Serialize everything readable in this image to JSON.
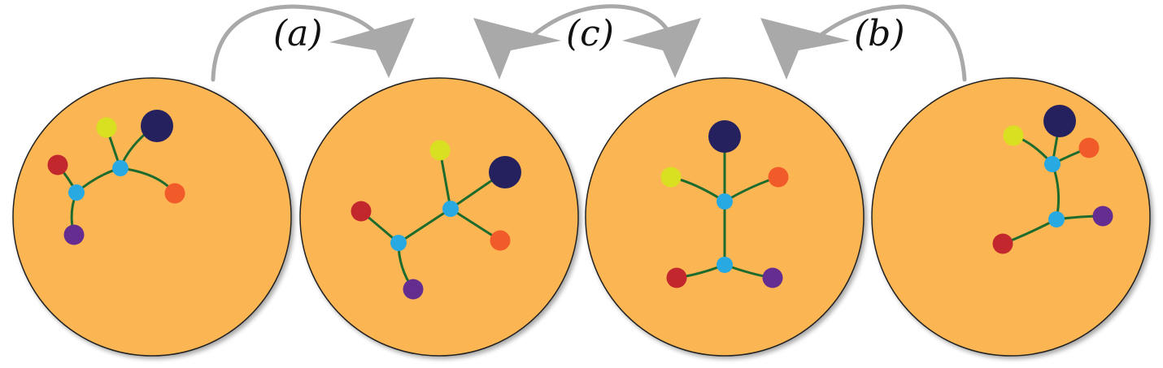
{
  "colors": {
    "disk": "#FBB652",
    "edge": "#1E6B2E",
    "arrow": "#A9A9A9",
    "core_node": "#29A9E1",
    "dark_node": "#24215E",
    "yellow_node": "#D9E021",
    "orange_node": "#F15A29",
    "red_node": "#C1272D",
    "purple_node": "#662D91"
  },
  "steps": [
    {
      "id": "a",
      "label": "(a)"
    },
    {
      "id": "c",
      "label": "(c)"
    },
    {
      "id": "b",
      "label": "(b)"
    }
  ]
}
